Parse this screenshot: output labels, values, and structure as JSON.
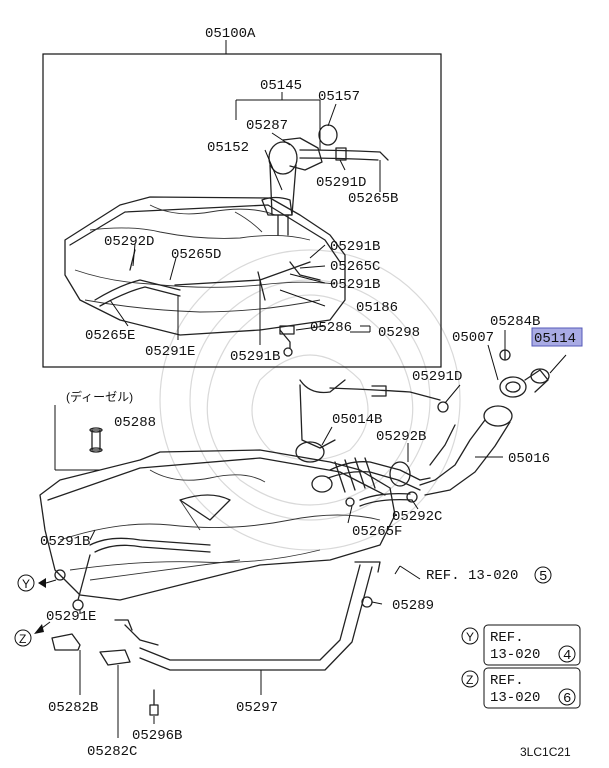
{
  "diagram": {
    "labels": {
      "p05100A": "05100A",
      "p05145": "05145",
      "p05157": "05157",
      "p05287": "05287",
      "p05152": "05152",
      "p05291D_top": "05291D",
      "p05265B": "05265B",
      "p05292D": "05292D",
      "p05265D": "05265D",
      "p05291B_a": "05291B",
      "p05265C": "05265C",
      "p05291B_b": "05291B",
      "p05186": "05186",
      "p05286": "05286",
      "p05298": "05298",
      "p05265E": "05265E",
      "p05291E_top": "05291E",
      "p05291B_c": "05291B",
      "p05284B": "05284B",
      "p05007": "05007",
      "p05114": "05114",
      "p05291D_mid": "05291D",
      "diesel": "(ディーゼル)",
      "p05288": "05288",
      "p05014B": "05014B",
      "p05292B": "05292B",
      "p05016": "05016",
      "p05292C": "05292C",
      "p05291B_low": "05291B",
      "p05265F": "05265F",
      "ref_main": "REF. 13-020",
      "ref_main_num": "5",
      "y_marker": "Y",
      "z_marker": "Z",
      "p05291E_low": "05291E",
      "p05289": "05289",
      "refY_line1": "REF.",
      "refY_line2": "13-020",
      "refY_num": "4",
      "refZ_line1": "REF.",
      "refZ_line2": "13-020",
      "refZ_num": "6",
      "p05282B": "05282B",
      "p05297": "05297",
      "p05296B": "05296B",
      "p05282C": "05282C",
      "code": "3LC1C21"
    },
    "highlight_color": "#a9abe4"
  }
}
